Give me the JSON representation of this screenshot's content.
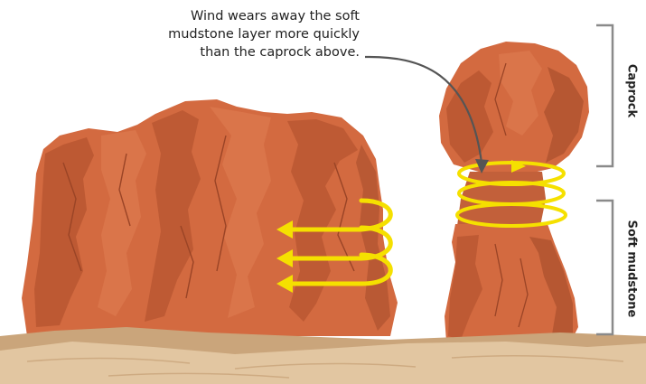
{
  "annotation": {
    "line1": "Wind wears away the soft",
    "line2": "mudstone layer more quickly",
    "line3": "than the caprock above."
  },
  "labels": {
    "caprock": "Caprock",
    "soft_mudstone": "Soft mudstone"
  },
  "colors": {
    "rock": "#d36a40",
    "rock_dark": "#b5542f",
    "rock_shadow": "#a44b2a",
    "sand": "#e2c6a1",
    "sand_dark": "#caa57b",
    "wind_arrow": "#f5e000",
    "bracket": "#8a8a8a",
    "pointer_arrow": "#555555"
  },
  "icons": {
    "wind": "wind-arrow-icon",
    "pointer": "curved-arrow-icon"
  }
}
